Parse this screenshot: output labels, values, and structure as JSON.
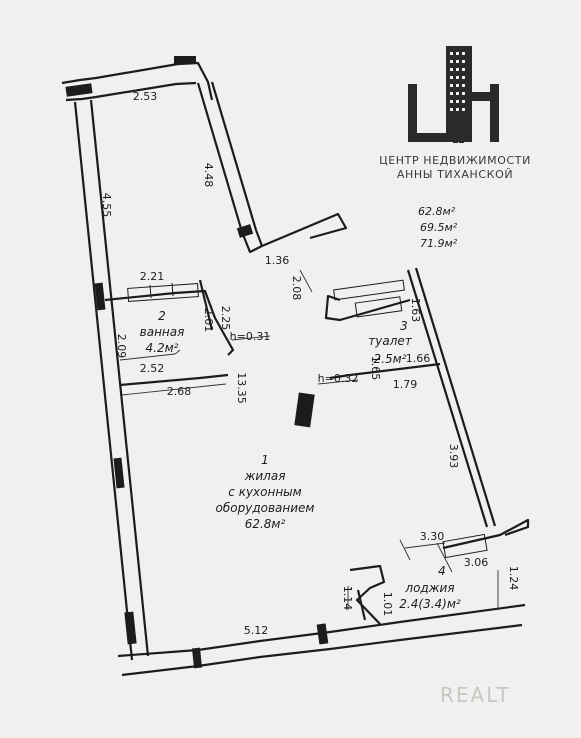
{
  "logo": {
    "line1": "ЦЕНТР НЕДВИЖИМОСТИ",
    "line2": "АННЫ ТИХАНСКОЙ",
    "color": "#2a2a2a"
  },
  "summary": {
    "area1": "62.8м²",
    "area2": "69.5м²",
    "area3": "71.9м²"
  },
  "rooms": {
    "r1": {
      "num": "1",
      "l1": "жилая",
      "l2": "с кухонным",
      "l3": "оборудованием",
      "area": "62.8м²"
    },
    "r2": {
      "num": "2",
      "name": "ванная",
      "area": "4.2м²"
    },
    "r3": {
      "num": "3",
      "name": "туалет",
      "area": "2.5м²"
    },
    "r4": {
      "num": "4",
      "name": "лоджия",
      "area": "2.4(3.4)м²"
    }
  },
  "dims": {
    "d253": "2.53",
    "d455": "4.55",
    "d448": "4.48",
    "d136": "1.36",
    "d208": "2.08",
    "d221": "2.21",
    "d225": "2.25",
    "d201": "2.01",
    "d209": "2.09",
    "d252": "2.52",
    "d268": "2.68",
    "h031": "h=0.31",
    "d1335": "13.35",
    "d163": "1.63",
    "d165": "1.65",
    "d166": "1.66",
    "h032": "h=0.32",
    "d179": "1.79",
    "d393": "3.93",
    "d330": "3.30",
    "d306": "3.06",
    "d124": "1.24",
    "d114": "1.14",
    "d101": "1.01",
    "d512": "5.12"
  },
  "watermark": "REALT"
}
